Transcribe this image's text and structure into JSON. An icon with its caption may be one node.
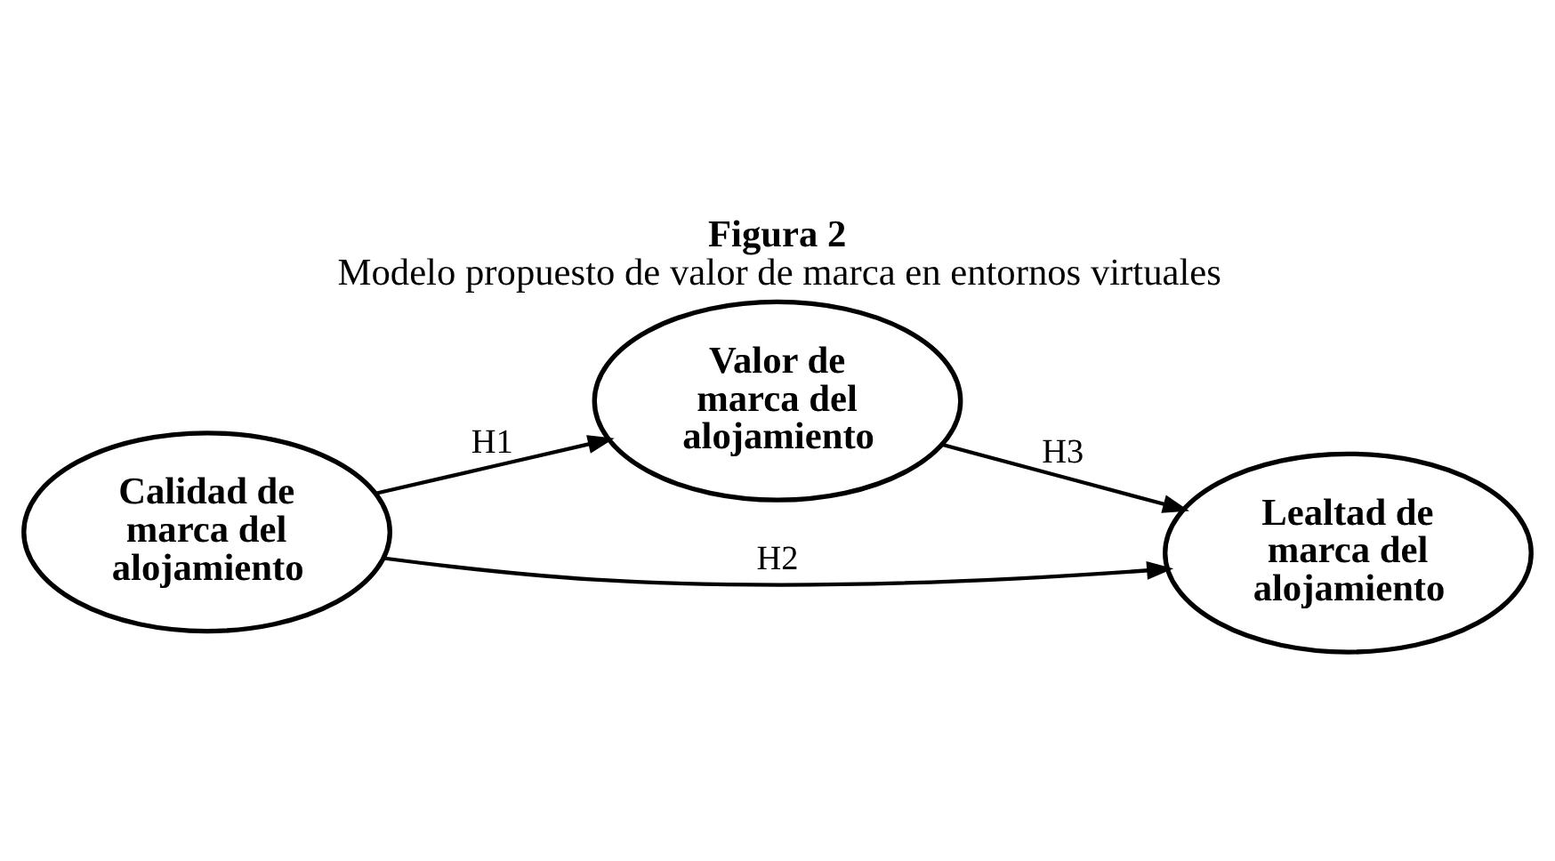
{
  "diagram": {
    "title": "Figura 2",
    "caption": "Modelo propuesto de valor de marca en entornos virtuales",
    "nodes": [
      {
        "text": [
          "Valor de marca del alojamiento"
        ]
      },
      {
        "text": [
          "Calidad de marca del alojamiento"
        ]
      },
      {
        "text": [
          "Lealtad de marca del alojamiento"
        ]
      }
    ],
    "edges": [
      {
        "from": 1,
        "to": 0,
        "arrow": "to",
        "label": "H1"
      },
      {
        "from": 1,
        "to": 2,
        "arrow": "to",
        "label": "H2"
      },
      {
        "from": 0,
        "to": 2,
        "arrow": "to",
        "label": "H3"
      }
    ]
  }
}
